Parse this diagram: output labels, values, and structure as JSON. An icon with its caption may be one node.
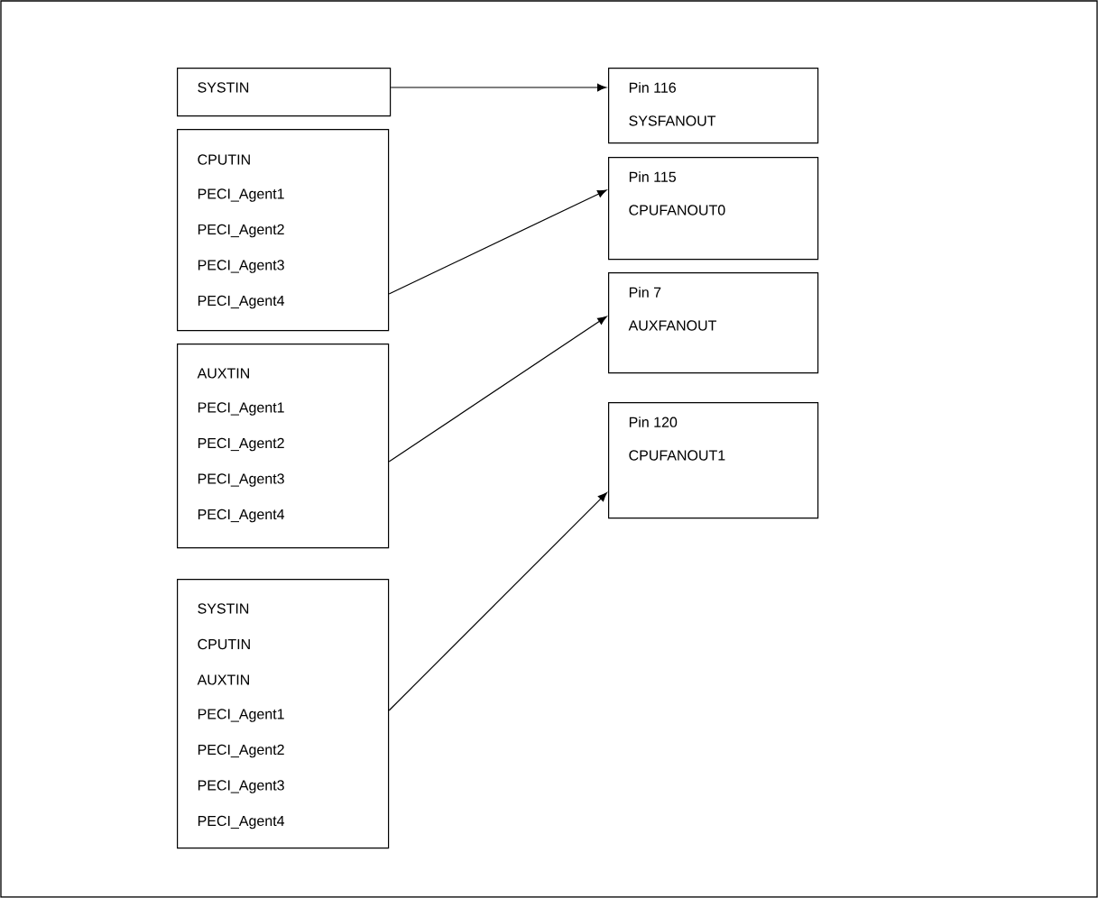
{
  "diagram": {
    "nodes": [
      {
        "text": [
          "SYSTIN"
        ]
      },
      {
        "text": [
          "CPUTIN",
          "PECI_Agent1",
          "PECI_Agent2",
          "PECI_Agent3",
          "PECI_Agent4"
        ]
      },
      {
        "text": [
          "AUXTIN",
          "PECI_Agent1",
          "PECI_Agent2",
          "PECI_Agent3",
          "PECI_Agent4"
        ]
      },
      {
        "text": [
          "SYSTIN",
          "CPUTIN",
          "AUXTIN",
          "PECI_Agent1",
          "PECI_Agent2",
          "PECI_Agent3",
          "PECI_Agent4"
        ]
      },
      {
        "text": [
          "Pin 116",
          "SYSFANOUT"
        ]
      },
      {
        "text": [
          "Pin 115",
          "CPUFANOUT0"
        ]
      },
      {
        "text": [
          "Pin 7",
          "AUXFANOUT"
        ]
      },
      {
        "text": [
          "Pin 120",
          "CPUFANOUT1"
        ]
      }
    ],
    "edges": [
      {
        "from": 0,
        "to": 4,
        "arrow": "to"
      },
      {
        "from": 1,
        "to": 5,
        "arrow": "to"
      },
      {
        "from": 2,
        "to": 6,
        "arrow": "to"
      },
      {
        "from": 3,
        "to": 7,
        "arrow": "to"
      }
    ]
  }
}
